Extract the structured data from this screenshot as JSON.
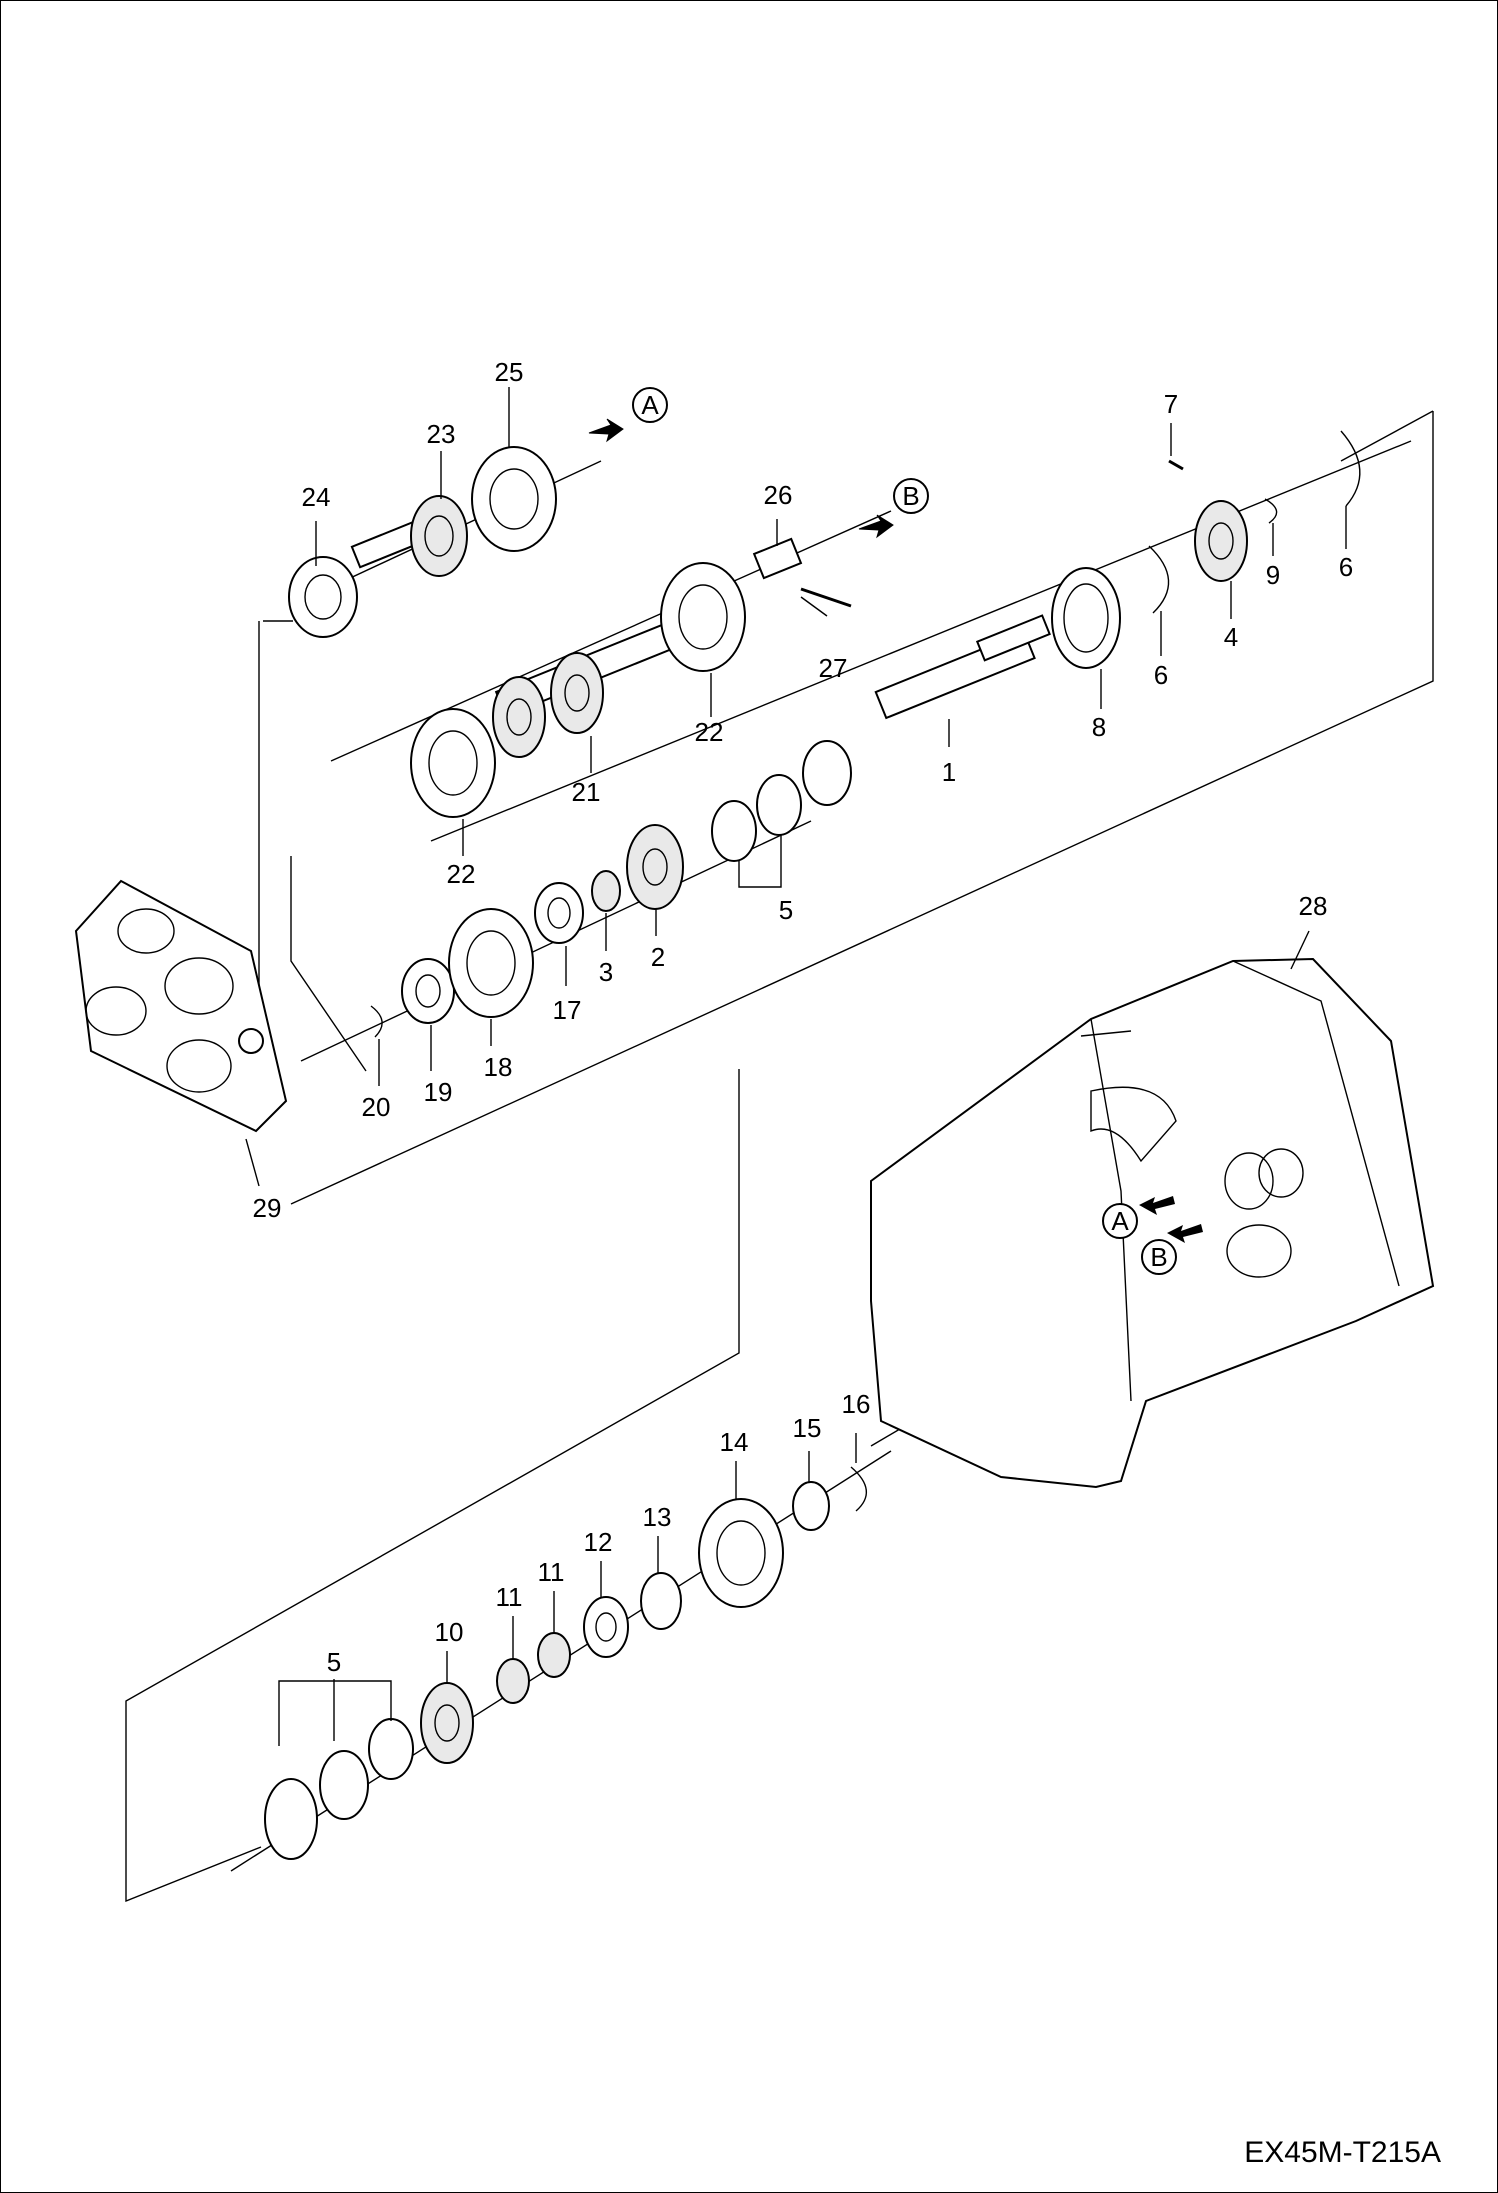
{
  "drawing_code": "EX45M-T215A",
  "references": {
    "A": "A",
    "B": "B"
  },
  "callouts": {
    "1": "1",
    "2": "2",
    "3": "3",
    "4": "4",
    "5": "5",
    "6": "6",
    "7": "7",
    "8": "8",
    "9": "9",
    "10": "10",
    "11": "11",
    "12": "12",
    "13": "13",
    "14": "14",
    "15": "15",
    "16": "16",
    "17": "17",
    "18": "18",
    "19": "19",
    "20": "20",
    "21": "21",
    "22": "22",
    "23": "23",
    "24": "24",
    "25": "25",
    "26": "26",
    "27": "27",
    "28": "28",
    "29": "29"
  }
}
